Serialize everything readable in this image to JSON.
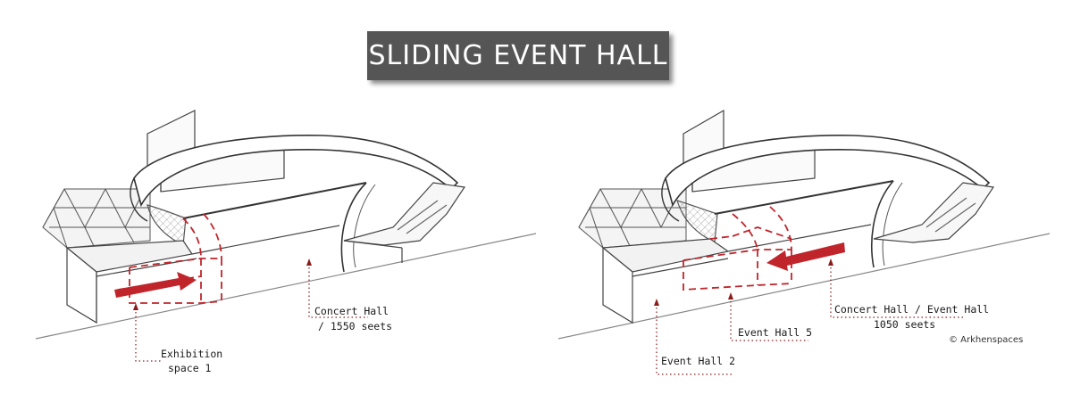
{
  "title": "SLIDING EVENT HALL",
  "left_view": {
    "labels": {
      "exhibition_line1": "Exhibition",
      "exhibition_line2": "space 1",
      "concert_line1": "Concert Hall",
      "concert_line2": "/ 1550 seets"
    }
  },
  "right_view": {
    "labels": {
      "event_hall_2": "Event Hall 2",
      "event_hall_5": "Event Hall 5",
      "concert_event_line1": "Concert Hall / Event Hall",
      "concert_event_line2": "1050 seets"
    }
  },
  "credit": "© Arkhenspaces",
  "colors": {
    "accent_red": "#c0252b",
    "line_gray": "#444444",
    "title_bg": "#555555"
  }
}
